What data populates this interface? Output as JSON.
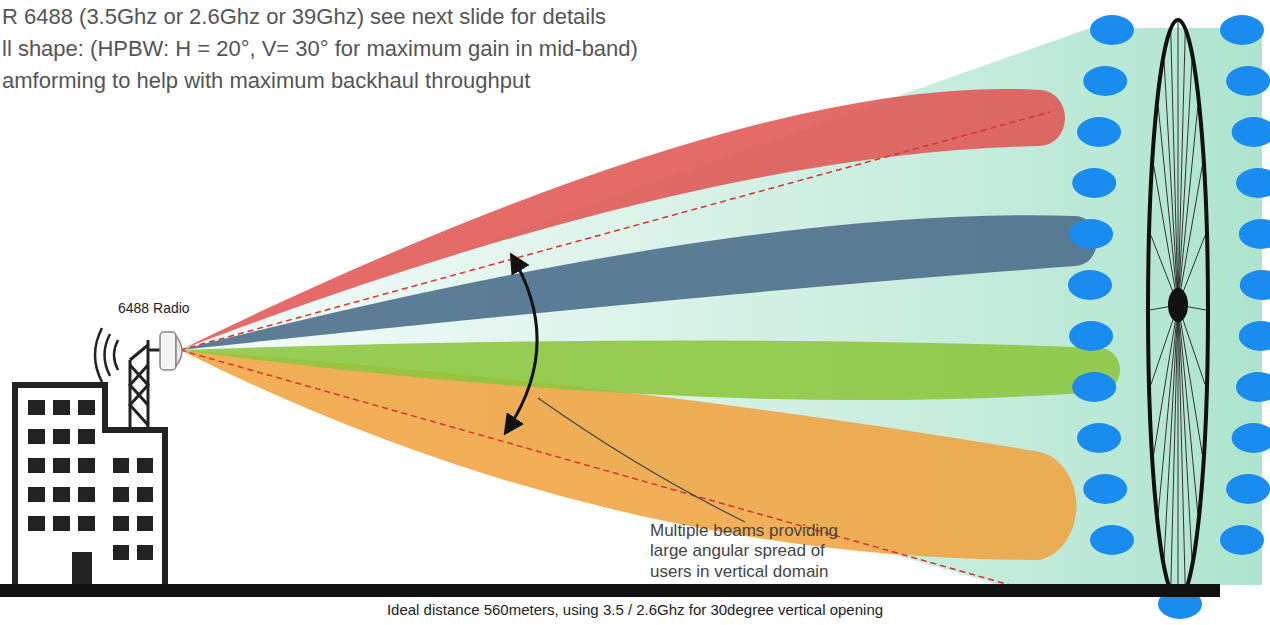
{
  "diagram": {
    "labels": [
      "R 6488 (3.5Ghz or 2.6Ghz or 39Ghz) see next slide for details",
      "ll shape: (HPBW: H = 20°, V= 30° for maximum gain in mid-band)",
      "amforming to help with maximum backhaul throughput",
      "6488 Radio",
      "Multiple beams providing large angular spread of users in vertical domain",
      "Ideal distance 560meters, using 3.5 / 2.6Ghz for 30degree vertical opening"
    ]
  }
}
